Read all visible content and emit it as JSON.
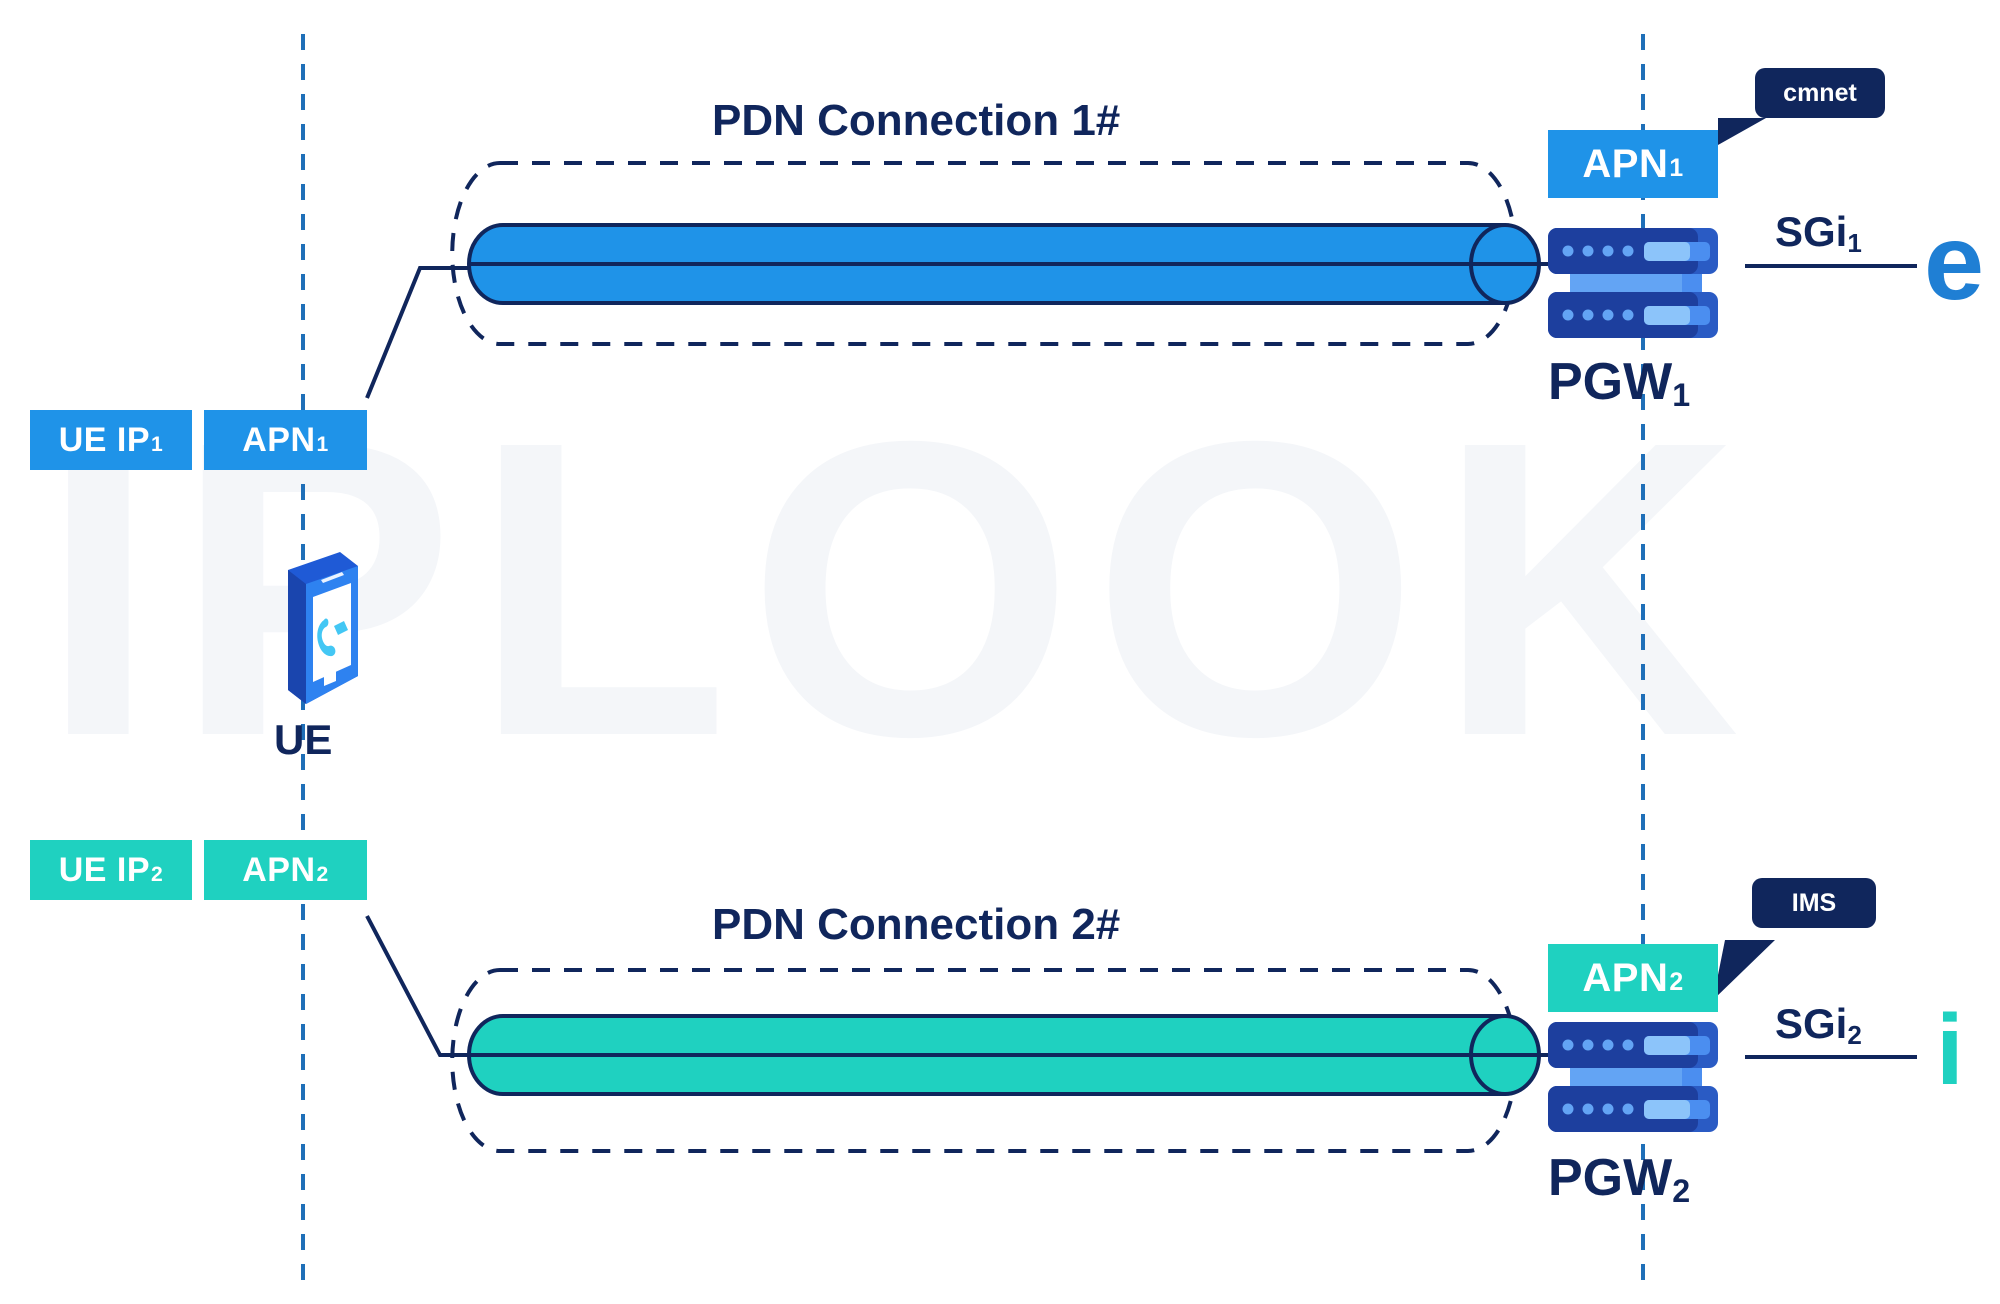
{
  "watermark": {
    "text": "IPLOOK"
  },
  "colors": {
    "blue": "#1f93e8",
    "teal": "#1fd1c0",
    "navy": "#10265c",
    "server_dark": "#1a3d8f",
    "server_light": "#63a4f4",
    "watermark": "#f4f6f9"
  },
  "connections": [
    {
      "title": "PDN Connection 1#",
      "tube_color": "#1f93e8",
      "ue_ip_label": "UE IP",
      "ue_ip_sub": "1",
      "apn_left_label": "APN",
      "apn_left_sub": "1",
      "apn_right_label": "APN",
      "apn_right_sub": "1",
      "apn_chip_color": "#1f93e8",
      "callout": "cmnet",
      "gateway_label": "PGW",
      "gateway_sub": "1",
      "sgi_label": "SGi",
      "sgi_sub": "1",
      "network_glyph": "e",
      "network_glyph_color": "#1f7fd4"
    },
    {
      "title": "PDN Connection 2#",
      "tube_color": "#1fd1c0",
      "ue_ip_label": "UE IP",
      "ue_ip_sub": "2",
      "apn_left_label": "APN",
      "apn_left_sub": "2",
      "apn_right_label": "APN",
      "apn_right_sub": "2",
      "apn_chip_color": "#1fd1c0",
      "callout": "IMS",
      "gateway_label": "PGW",
      "gateway_sub": "2",
      "sgi_label": "SGi",
      "sgi_sub": "2",
      "network_glyph": "i",
      "network_glyph_color": "#1fd1c0"
    }
  ],
  "ue": {
    "label": "UE",
    "icon": "smartphone-icon"
  },
  "icons": {
    "server": "server-stack-icon",
    "phone_handset": "phone-handset-icon"
  }
}
